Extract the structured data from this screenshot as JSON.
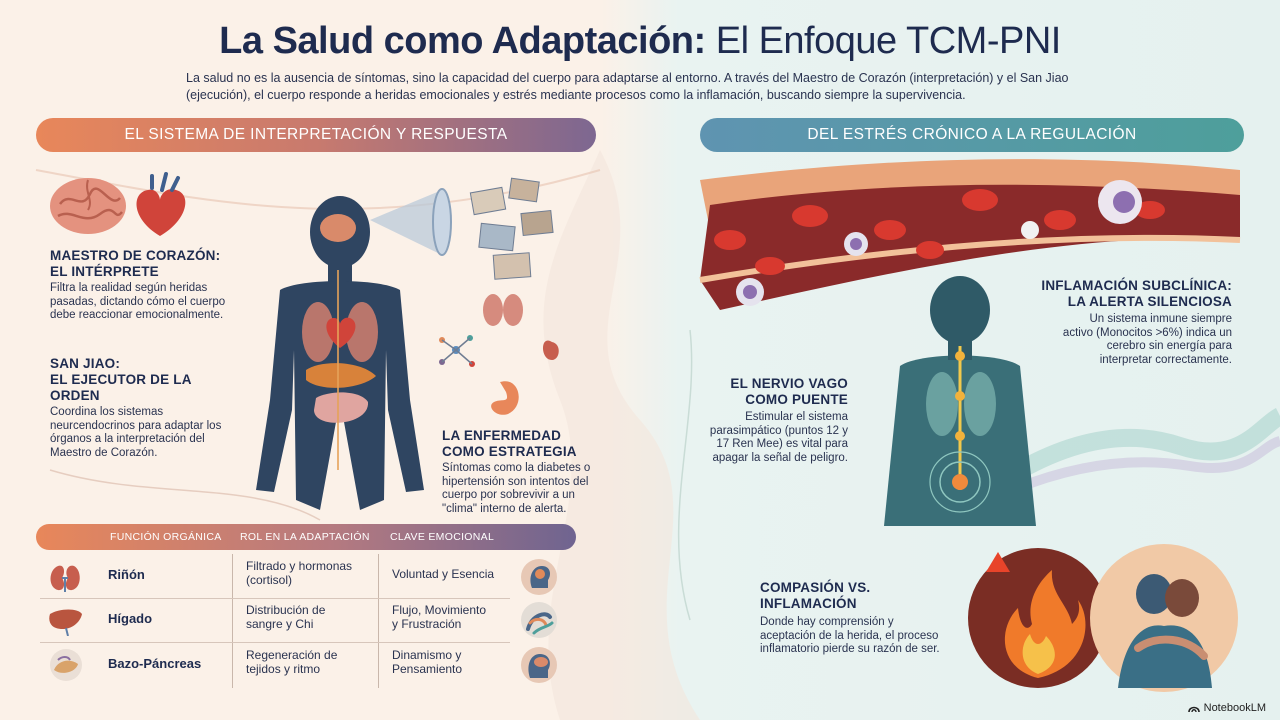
{
  "header": {
    "title_bold": "La Salud como Adaptación:",
    "title_light": "El Enfoque TCM-PNI",
    "intro": "La salud no es la ausencia de síntomas, sino la capacidad del cuerpo para adaptarse al entorno. A través del Maestro de Corazón (interpretación) y el San Jiao (ejecución), el cuerpo responde a heridas emocionales y estrés mediante procesos como la inflamación, buscando siempre la supervivencia."
  },
  "left": {
    "banner": "EL SISTEMA DE INTERPRETACIÓN Y RESPUESTA",
    "maestro": {
      "title_1": "MAESTRO DE CORAZÓN:",
      "title_2": "EL INTÉRPRETE",
      "text": "Filtra la realidad según heridas pasadas, dictando cómo el cuerpo debe reaccionar emocionalmente."
    },
    "sanjiao": {
      "title_1": "SAN JIAO:",
      "title_2": "EL EJECUTOR DE LA",
      "title_3": "ORDEN",
      "text": "Coordina los sistemas neurcendocrinos para adaptar los órganos a la interpretación del Maestro de Corazón."
    },
    "enfermedad": {
      "title_1": "LA ENFERMEDAD",
      "title_2": "COMO ESTRATEGIA",
      "text": "Síntomas como la diabetes o hipertensión son intentos del cuerpo por sobrevivir a un \"clima\" interno de alerta."
    }
  },
  "table": {
    "headers": [
      "FUNCIÓN ORGÁNICA",
      "ROL EN LA ADAPTACIÓN",
      "CLAVE EMOCIONAL"
    ],
    "rows": [
      {
        "organ": "Riñón",
        "role_1": "Filtrado y hormonas",
        "role_2": "(cortisol)",
        "emotion_1": "Voluntad y Esencia",
        "emotion_2": ""
      },
      {
        "organ": "Hígado",
        "role_1": "Distribución de",
        "role_2": "sangre y Chi",
        "emotion_1": "Flujo, Movimiento",
        "emotion_2": "y Frustración"
      },
      {
        "organ": "Bazo-Páncreas",
        "role_1": "Regeneración de",
        "role_2": "tejidos y ritmo",
        "emotion_1": "Dinamismo y",
        "emotion_2": "Pensamiento"
      }
    ]
  },
  "right": {
    "banner": "DEL ESTRÉS CRÓNICO A LA REGULACIÓN",
    "inflamacion": {
      "title_1": "INFLAMACIÓN SUBCLÍNICA:",
      "title_2": "LA ALERTA SILENCIOSA",
      "text_1": "Un sistema inmune siempre",
      "text_2": "activo (Monocitos >6%) indica un",
      "text_3": "cerebro sin energía para",
      "text_4": "interpretar correctamente."
    },
    "vago": {
      "title_1": "EL NERVIO VAGO",
      "title_2": "COMO PUENTE",
      "text_1": "Estimular el sistema",
      "text_2": "parasimpático (puntos 12 y",
      "text_3": "17 Ren Mee) es vital para",
      "text_4": "apagar la señal de peligro."
    },
    "compasion": {
      "title_1": "COMPASIÓN VS.",
      "title_2": "INFLAMACIÓN",
      "text_1": "Donde hay comprensión y",
      "text_2": "aceptación de la herida, el proceso",
      "text_3": "inflamatorio pierde su razón de ser."
    }
  },
  "footer": {
    "brand": "NotebookLM"
  },
  "colors": {
    "accent_orange": "#e8875a",
    "accent_purple": "#7d6791",
    "accent_teal": "#4e9f9b",
    "navy": "#1e2b4f"
  }
}
